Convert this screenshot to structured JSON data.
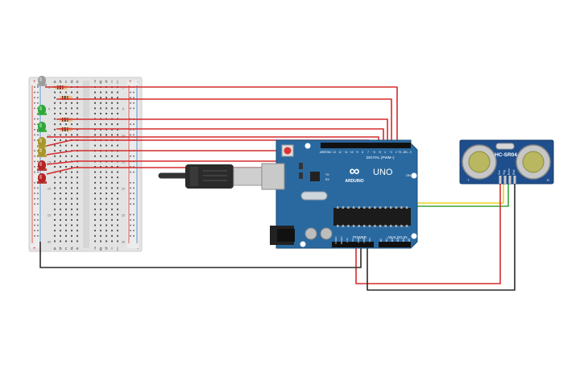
{
  "breadboard": {
    "col_letters_left": [
      "a",
      "b",
      "c",
      "d",
      "e"
    ],
    "col_letters_right": [
      "f",
      "g",
      "h",
      "i",
      "j"
    ],
    "rail_plus": "+",
    "rail_minus": "-",
    "row_numbers": [
      "1",
      "5",
      "10",
      "15",
      "20",
      "25",
      "30"
    ]
  },
  "arduino": {
    "brand_logo": "∞",
    "model": "UNO",
    "brand": "ARDUINO",
    "digital_label": "DIGITAL (PWM~)",
    "power_label": "POWER",
    "analog_label": "ANALOG IN",
    "analog_pins": [
      "A0",
      "A1",
      "A2",
      "A3",
      "A4",
      "A5"
    ],
    "power_pins": [
      "IOREF",
      "RESET",
      "3.3V",
      "5V",
      "GND",
      "GND",
      "VIN"
    ],
    "digital_pins": [
      "AREF",
      "GND",
      "13",
      "12",
      "~11",
      "~10",
      "~9",
      "8",
      "7",
      "~6",
      "~5",
      "4",
      "~3",
      "2",
      "TX→1",
      "RX←0"
    ],
    "tx_label": "TX",
    "rx_label": "RX",
    "on_label": "ON",
    "icsp_label": "ICSP"
  },
  "sensor": {
    "model": "HC-SR04",
    "pins": [
      "Vcc",
      "Trig",
      "Echo",
      "Gnd"
    ],
    "left_mark": "T",
    "right_mark": "R"
  },
  "leds": [
    {
      "color": "#9c9c9c"
    },
    {
      "color": "#2fa83a"
    },
    {
      "color": "#2fa83a"
    },
    {
      "color": "#a8952a"
    },
    {
      "color": "#a8952a"
    },
    {
      "color": "#b52424"
    },
    {
      "color": "#b52424"
    }
  ],
  "wire_colors": {
    "red": "#d62b2b",
    "black": "#2a2a2a",
    "yellow": "#e8d21d",
    "green": "#3aa33a"
  },
  "icons": [
    "usb-cable-icon",
    "reset-button-icon",
    "power-jack-icon"
  ]
}
